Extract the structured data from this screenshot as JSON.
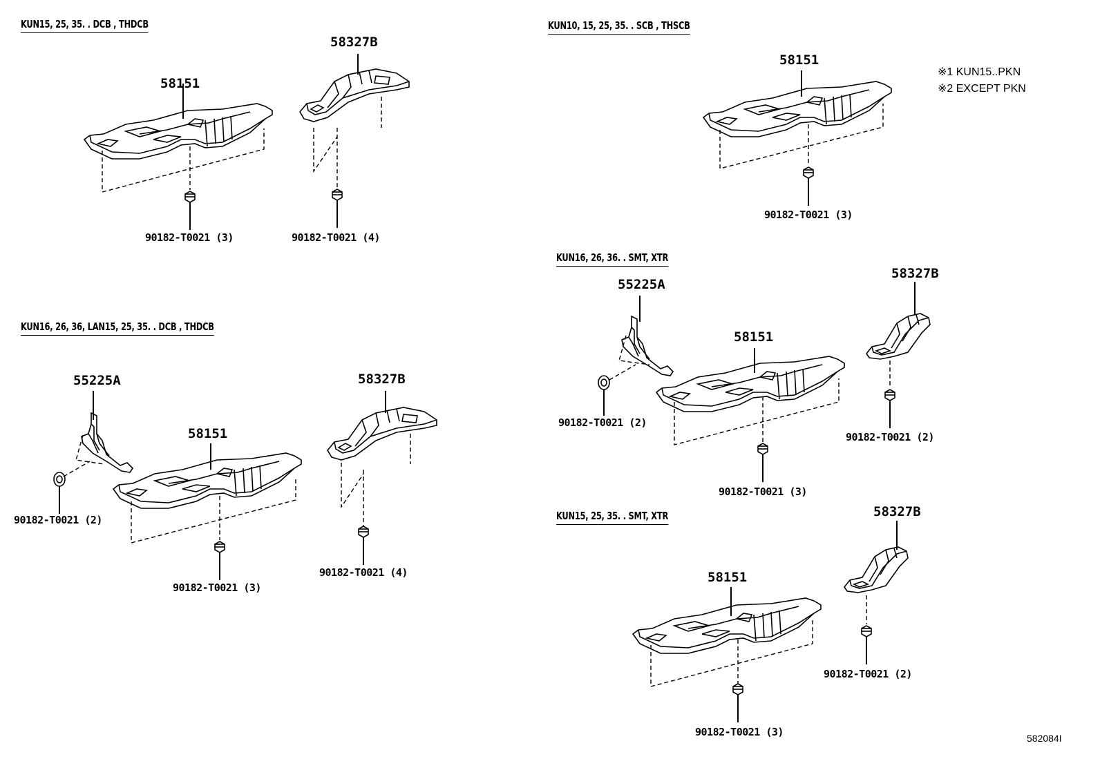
{
  "sections": {
    "tl": "KUN15, 25, 35. . DCB , THDCB",
    "bl": "KUN16, 26, 36, LAN15, 25, 35. . DCB , THDCB",
    "tr": "KUN10, 15, 25, 35. . SCB , THSCB",
    "mr": "KUN16, 26, 36. . SMT, XTR",
    "br": "KUN15, 25, 35. . SMT, XTR"
  },
  "notes": [
    "※1  KUN15..PKN",
    "※2  EXCEPT PKN"
  ],
  "parts": {
    "shield": "58151",
    "cover": "58327B",
    "bracket": "55225A"
  },
  "bolts": {
    "b3": "90182-T0021 (3)",
    "b4": "90182-T0021 (4)",
    "b2": "90182-T0021 (2)"
  },
  "figure_ref": "582084I"
}
